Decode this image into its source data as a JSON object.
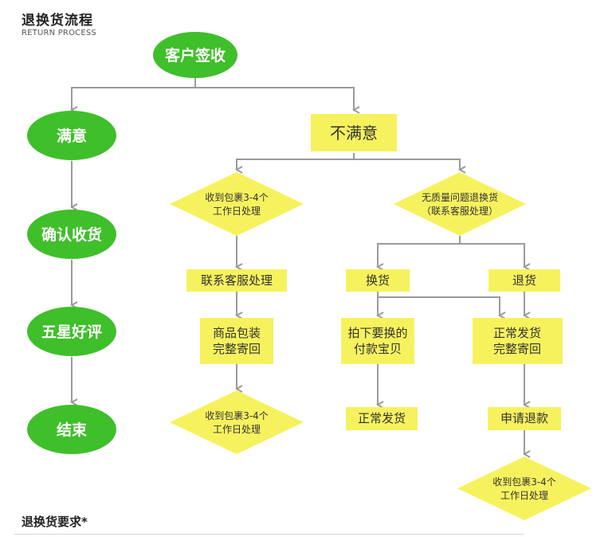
{
  "header": {
    "title": "退换货流程",
    "subtitle": "RETURN PROCESS"
  },
  "footer": {
    "title": "退换货要求*"
  },
  "colors": {
    "green": "#3fbf2a",
    "yellow": "#f6f25e",
    "arrow": "#9a9a9a"
  },
  "nodes": {
    "start": "客户签收",
    "satisfied": "满意",
    "confirm": "确认收货",
    "five_star": "五星好评",
    "end": "结束",
    "unsatisfied": "不满意",
    "receive_3_4_left": [
      "收到包裹3-4个",
      "工作日处理"
    ],
    "contact_service": "联系客服处理",
    "pack_send": [
      "商品包装",
      "完整寄回"
    ],
    "receive_3_4_left2": [
      "收到包裹3-4个",
      "工作日处理"
    ],
    "no_quality": [
      "无质量问题退换货",
      "（联系客服处理）"
    ],
    "exchange": "换货",
    "refund": "退货",
    "order_new": [
      "拍下要换的",
      "付款宝贝"
    ],
    "normal_ship": "正常发货",
    "normal_pack": [
      "正常发货",
      "完整寄回"
    ],
    "apply_refund": "申请退款",
    "receive_3_4_right": [
      "收到包裹3-4个",
      "工作日处理"
    ]
  }
}
